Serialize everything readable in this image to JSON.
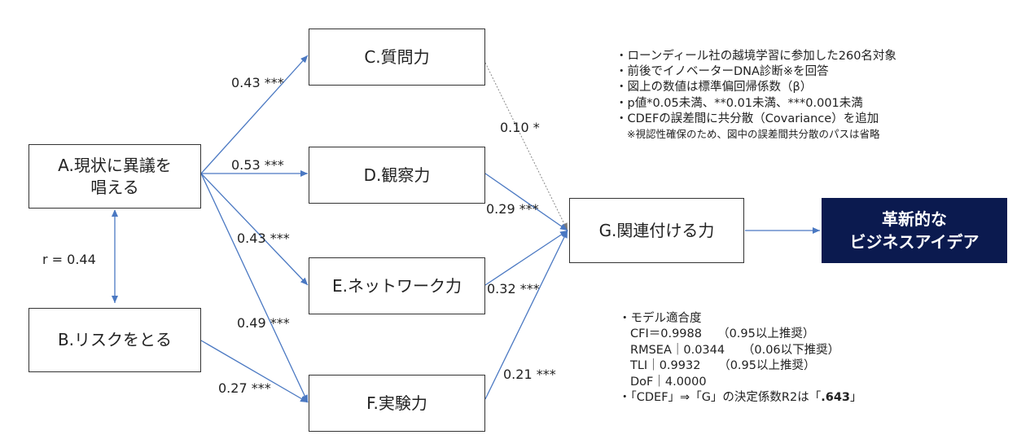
{
  "nodes": {
    "a": [
      "A.現状に異議を",
      "唱える"
    ],
    "b": "B.リスクをとる",
    "c": "C.質問力",
    "d": "D.観察力",
    "e": "E.ネットワーク力",
    "f": "F.実験力",
    "g": "G.関連付ける力"
  },
  "result": [
    "革新的な",
    "ビジネスアイデア"
  ],
  "paths": {
    "a_c": "0.43 ***",
    "a_d": "0.53 ***",
    "a_e": "0.43 ***",
    "a_f": "0.49 ***",
    "b_f": "0.27 ***",
    "c_g": "0.10 *",
    "d_g": "0.29 ***",
    "e_g": "0.32 ***",
    "f_g": "0.21 ***",
    "a_b": "r = 0.44"
  },
  "notes": [
    "・ローンディール社の越境学習に参加した260名対象",
    "・前後でイノベーターDNA診断※を回答",
    "・図上の数値は標準偏回帰係数（β）",
    "・p値*0.05未満、**0.01未満、***0.001未満",
    "・CDEFの誤差間に共分散（Covariance）を追加",
    "※視認性確保のため、図中の誤差間共分散のパスは省略"
  ],
  "fit": {
    "title": "・モデル適合度",
    "rows": [
      "CFI＝0.9988　 （0.95以上推奨）",
      "RMSEA｜0.0344　　（0.06以下推奨）",
      "TLI｜0.9932　　（0.95以上推奨）",
      "DoF｜4.0000"
    ],
    "r2_prefix": "・「CDEF」⇒「G」の決定係数R2は「",
    "r2_value": ".643",
    "r2_suffix": "」"
  },
  "colors": {
    "arrow": "#4a78c2",
    "dotted": "#8a8a8a",
    "result_bg": "#0b1a4f",
    "result_text": "#ffffff"
  },
  "icons": [
    "arrowhead"
  ]
}
